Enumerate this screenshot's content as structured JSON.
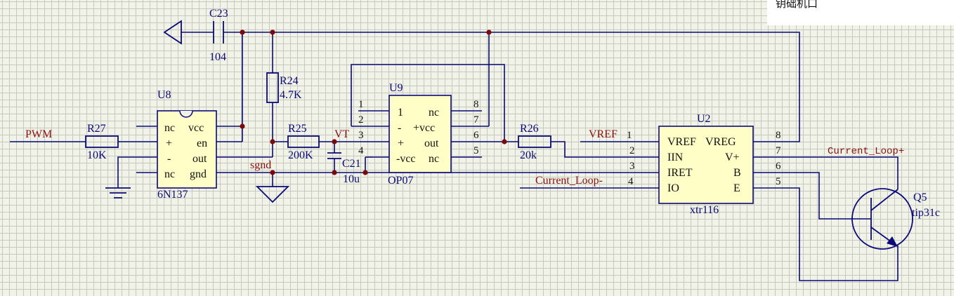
{
  "corner_note": "钥础机口",
  "nets": {
    "pwm": "PWM",
    "vt": "VT",
    "sgnd": "sgnd",
    "vref": "VREF",
    "current_loop_minus": "Current_Loop-",
    "current_loop_plus": "Current_Loop+"
  },
  "components": {
    "c23": {
      "ref": "C23",
      "value": "104"
    },
    "r24": {
      "ref": "R24",
      "value": "4.7K"
    },
    "r27": {
      "ref": "R27",
      "value": "10K"
    },
    "r25": {
      "ref": "R25",
      "value": "200K"
    },
    "c21": {
      "ref": "C21",
      "value": "10u"
    },
    "r26": {
      "ref": "R26",
      "value": "20k"
    },
    "q5": {
      "ref": "Q5",
      "value": "tip31c"
    },
    "u8": {
      "ref": "U8",
      "part": "6N137",
      "left_pins": [
        "nc",
        "+",
        "-",
        "nc"
      ],
      "right_pins": [
        "vcc",
        "en",
        "out",
        "gnd"
      ]
    },
    "u9": {
      "ref": "U9",
      "part": "OP07",
      "pin_numbers_left": [
        "1",
        "2",
        "3",
        "4"
      ],
      "pin_numbers_right": [
        "8",
        "7",
        "6",
        "5"
      ],
      "left_labels": [
        "1",
        "-",
        "+",
        "-vcc"
      ],
      "right_labels": [
        "nc",
        "+vcc",
        "out",
        "nc"
      ]
    },
    "u2": {
      "ref": "U2",
      "part": "xtr116",
      "pin_numbers_left": [
        "1",
        "2",
        "3",
        "4"
      ],
      "pin_numbers_right": [
        "8",
        "7",
        "6",
        "5"
      ],
      "left_labels": [
        "VREF",
        "IIN",
        "IRET",
        "IO"
      ],
      "right_labels": [
        "VREG",
        "V+",
        "B",
        "E"
      ]
    }
  }
}
